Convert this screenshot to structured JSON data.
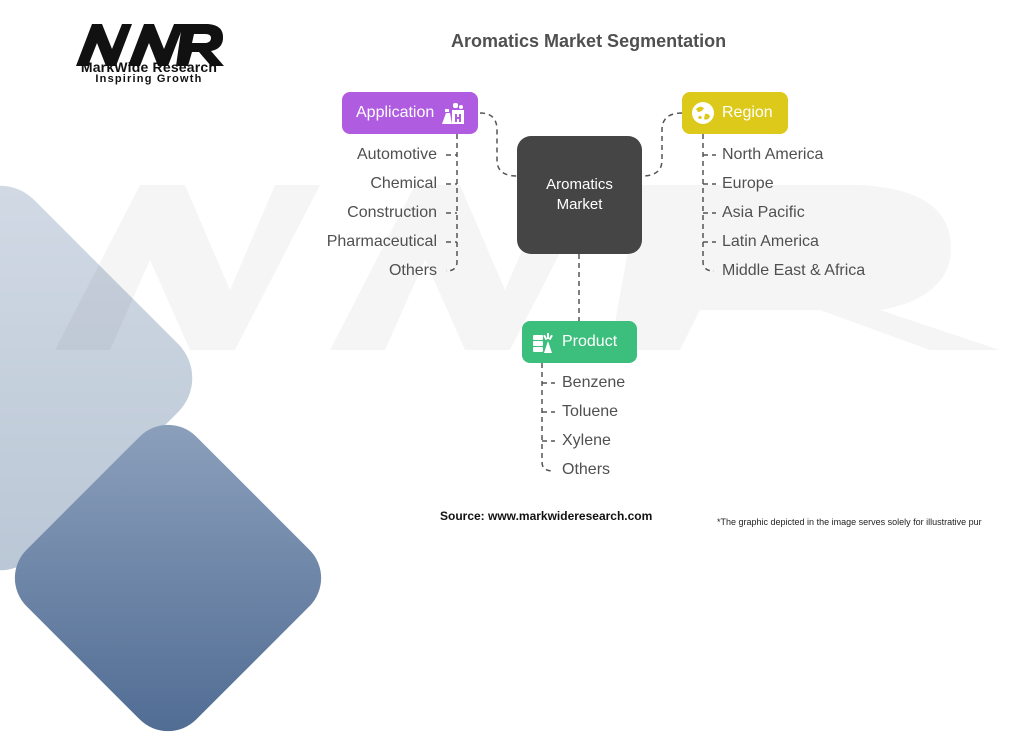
{
  "brand": {
    "logo_text": "MWR",
    "name": "MarkWide Research",
    "tagline": "Inspiring Growth"
  },
  "title": "Aromatics Market Segmentation",
  "center": {
    "label_line1": "Aromatics",
    "label_line2": "Market",
    "color": "#454545"
  },
  "segments": {
    "application": {
      "label": "Application",
      "icon": "factory-icon",
      "color": "#b05ce0",
      "items": [
        "Automotive",
        "Chemical",
        "Construction",
        "Pharmaceutical",
        "Others"
      ]
    },
    "region": {
      "label": "Region",
      "icon": "globe-icon",
      "color": "#dcc91a",
      "items": [
        "North America",
        "Europe",
        "Asia Pacific",
        "Latin America",
        "Middle East & Africa"
      ]
    },
    "product": {
      "label": "Product",
      "icon": "product-barrels-icon",
      "color": "#3cbf7c",
      "items": [
        "Benzene",
        "Toluene",
        "Xylene",
        "Others"
      ]
    }
  },
  "footer": {
    "source": "Source: www.markwideresearch.com",
    "note": "*The graphic depicted in the image serves solely for illustrative pur"
  }
}
